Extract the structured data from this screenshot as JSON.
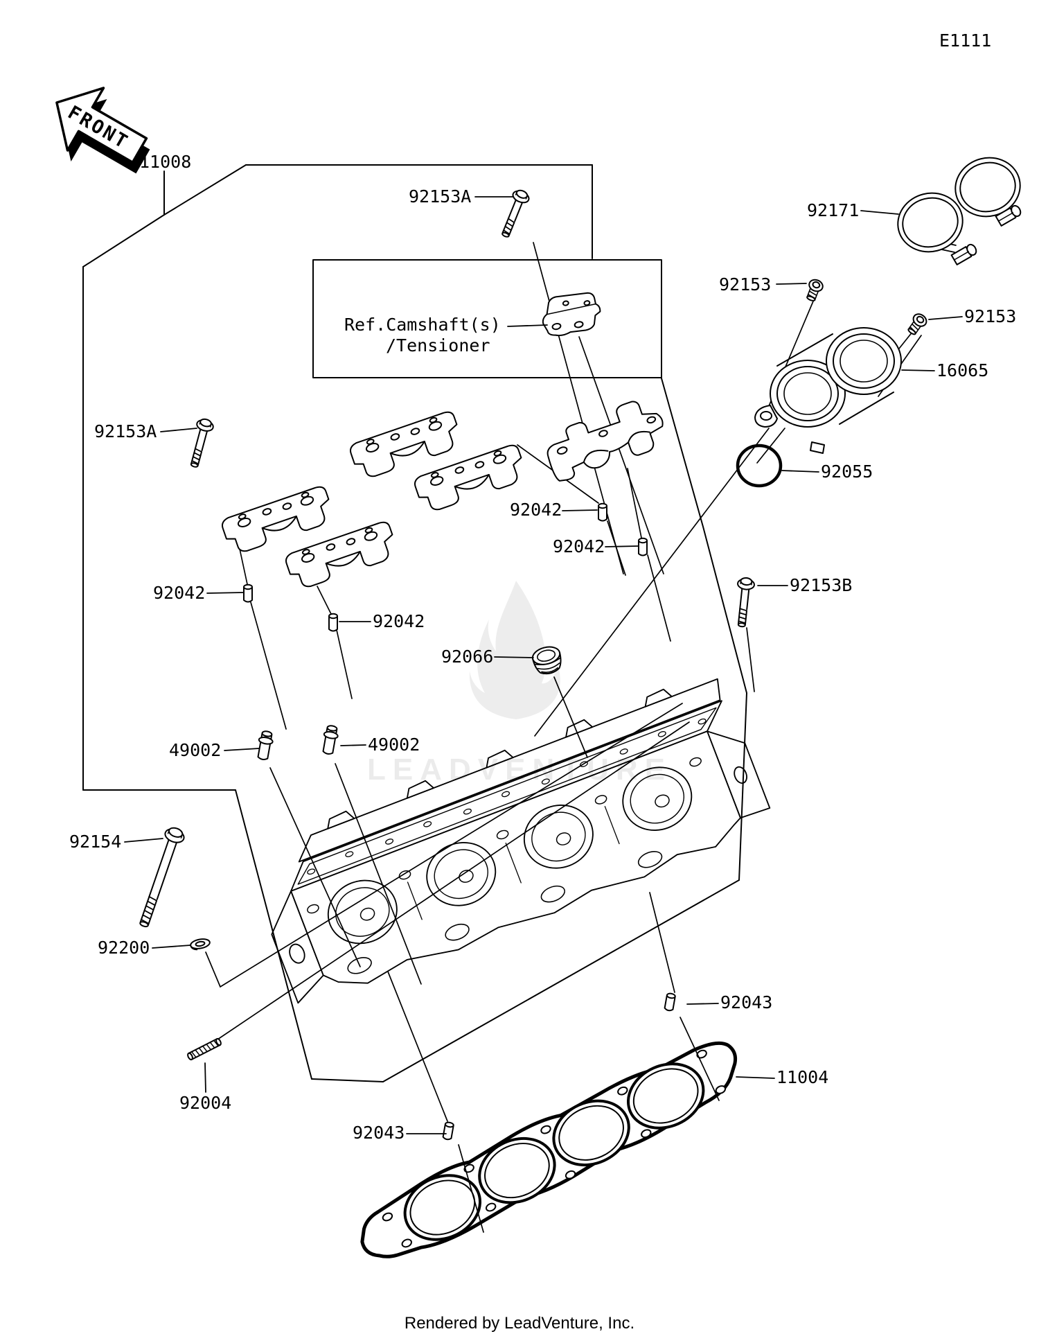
{
  "page": {
    "diagram_code": "E1111",
    "footer": "Rendered by LeadVenture, Inc.",
    "watermark_text": "LEADVENTURE",
    "front_marker": "FRONT"
  },
  "ref_note": {
    "line1": "Ref.Camshaft(s)",
    "line2": "/Tensioner"
  },
  "callouts": [
    {
      "part": "11008",
      "text": "11008"
    },
    {
      "part": "92153A",
      "text": "92153A"
    },
    {
      "part": "92171",
      "text": "92171"
    },
    {
      "part": "92153",
      "text": "92153"
    },
    {
      "part": "92153",
      "text": "92153"
    },
    {
      "part": "16065",
      "text": "16065"
    },
    {
      "part": "92055",
      "text": "92055"
    },
    {
      "part": "92153A",
      "text": "92153A"
    },
    {
      "part": "92042",
      "text": "92042"
    },
    {
      "part": "92042",
      "text": "92042"
    },
    {
      "part": "92042",
      "text": "92042"
    },
    {
      "part": "92042",
      "text": "92042"
    },
    {
      "part": "92153B",
      "text": "92153B"
    },
    {
      "part": "92066",
      "text": "92066"
    },
    {
      "part": "49002",
      "text": "49002"
    },
    {
      "part": "49002",
      "text": "49002"
    },
    {
      "part": "92154",
      "text": "92154"
    },
    {
      "part": "92200",
      "text": "92200"
    },
    {
      "part": "92043",
      "text": "92043"
    },
    {
      "part": "11004",
      "text": "11004"
    },
    {
      "part": "92043",
      "text": "92043"
    },
    {
      "part": "92004",
      "text": "92004"
    }
  ]
}
